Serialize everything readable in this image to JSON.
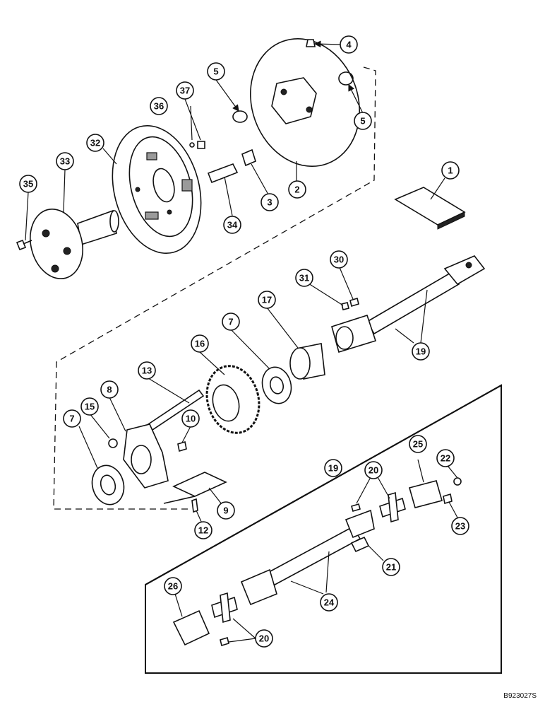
{
  "drawing_code": "B923027S",
  "callouts": [
    "1",
    "2",
    "3",
    "4",
    "5",
    "5",
    "7",
    "7",
    "8",
    "9",
    "10",
    "12",
    "13",
    "15",
    "16",
    "17",
    "19",
    "19",
    "20",
    "20",
    "21",
    "22",
    "23",
    "24",
    "25",
    "26",
    "30",
    "31",
    "32",
    "33",
    "34",
    "35",
    "36",
    "37"
  ]
}
